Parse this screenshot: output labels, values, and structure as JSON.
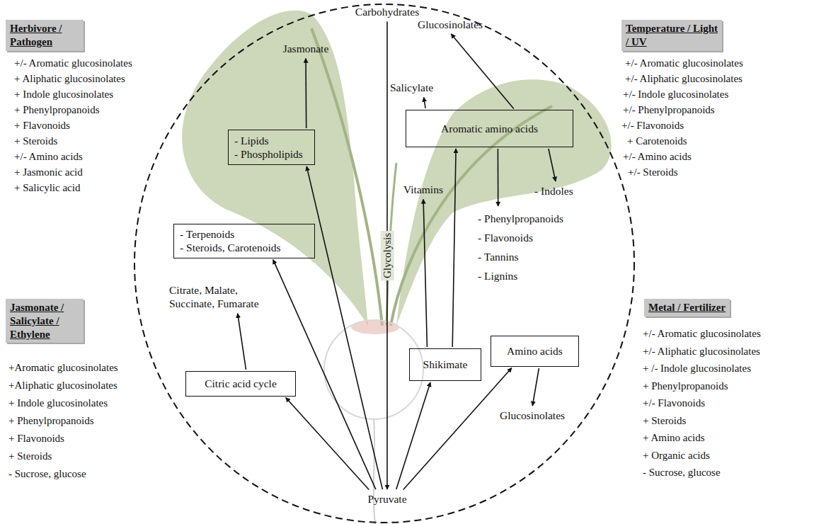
{
  "diagram": {
    "nodes": [
      {
        "text": [
          "Herbivore / Pathogen"
        ]
      },
      {
        "text": [
          "Temperature / Light / UV"
        ]
      },
      {
        "text": [
          "Jasmonate / Salicylate / Ethylene"
        ]
      },
      {
        "text": [
          "Metal / Fertilizer"
        ]
      },
      {
        "text": [
          "Carbohydrates"
        ]
      },
      {
        "text": [
          "Jasmonate"
        ]
      },
      {
        "text": [
          "- Lipids",
          "- Phospholipids"
        ]
      },
      {
        "text": [
          "- Terpenoids",
          "- Steroids, Carotenoids"
        ]
      },
      {
        "text": [
          "Citric acid cycle"
        ]
      },
      {
        "text": [
          "Citrate, Malate, Succinate, Fumarate"
        ]
      },
      {
        "text": [
          "Glucosinolates"
        ]
      },
      {
        "text": [
          "Salicylate"
        ]
      },
      {
        "text": [
          "Aromatic amino acids"
        ]
      },
      {
        "text": [
          "Vitamins"
        ]
      },
      {
        "text": [
          "- Indoles"
        ]
      },
      {
        "text": [
          "- Phenylpropanoids",
          "- Flavonoids",
          "- Tannins",
          "- Lignins"
        ]
      },
      {
        "text": [
          "Shikimate"
        ]
      },
      {
        "text": [
          "Amino acids"
        ]
      },
      {
        "text": [
          "Glucosinolates"
        ]
      },
      {
        "text": [
          "Pyruvate"
        ]
      }
    ],
    "edges": [
      {
        "from": 4,
        "to": 19,
        "label": "Glycolysis",
        "arrow": "to"
      },
      {
        "from": 19,
        "to": 8,
        "arrow": "to"
      },
      {
        "from": 8,
        "to": 9,
        "arrow": "to"
      },
      {
        "from": 19,
        "to": 7,
        "arrow": "to"
      },
      {
        "from": 19,
        "to": 6,
        "arrow": "to"
      },
      {
        "from": 6,
        "to": 5,
        "arrow": "to"
      },
      {
        "from": 19,
        "to": 16,
        "arrow": "to"
      },
      {
        "from": 19,
        "to": 17,
        "arrow": "to"
      },
      {
        "from": 17,
        "to": 18,
        "arrow": "to"
      },
      {
        "from": 16,
        "to": 13,
        "arrow": "to"
      },
      {
        "from": 16,
        "to": 12,
        "arrow": "to"
      },
      {
        "from": 12,
        "to": 11,
        "arrow": "to"
      },
      {
        "from": 12,
        "to": 10,
        "arrow": "to"
      },
      {
        "from": 12,
        "to": 15,
        "arrow": "to"
      },
      {
        "from": 12,
        "to": 14,
        "arrow": "to"
      }
    ],
    "labels": [
      "+/- Aromatic glucosinolates",
      "+ Aliphatic glucosinolates",
      "+ Indole glucosinolates",
      "+ Phenylpropanoids",
      "+ Flavonoids",
      "+ Steroids",
      "+/- Amino acids",
      "+ Jasmonic acid",
      "+ Salicylic acid",
      "+/- Aromatic glucosinolates",
      "+/- Aliphatic glucosinolates",
      "+/- Indole glucosinolates",
      "+/- Phenylpropanoids",
      "+/- Flavonoids",
      "+ Carotenoids",
      "+/- Amino acids",
      "+/- Steroids",
      "+Aromatic glucosinolates",
      "+Aliphatic glucosinolates",
      "+ Indole glucosinolates",
      "+ Phenylpropanoids",
      "+ Flavonoids",
      "+ Steroids",
      "- Sucrose, glucose",
      "+/- Aromatic glucosinolates",
      "+/- Aliphatic glucosinolates",
      "+ /- Indole glucosinolates",
      "+ Phenylpropanoids",
      "+/- Flavonoids",
      "+ Steroids",
      "+ Amino acids",
      "+ Organic acids",
      "- Sucrose, glucose"
    ]
  }
}
